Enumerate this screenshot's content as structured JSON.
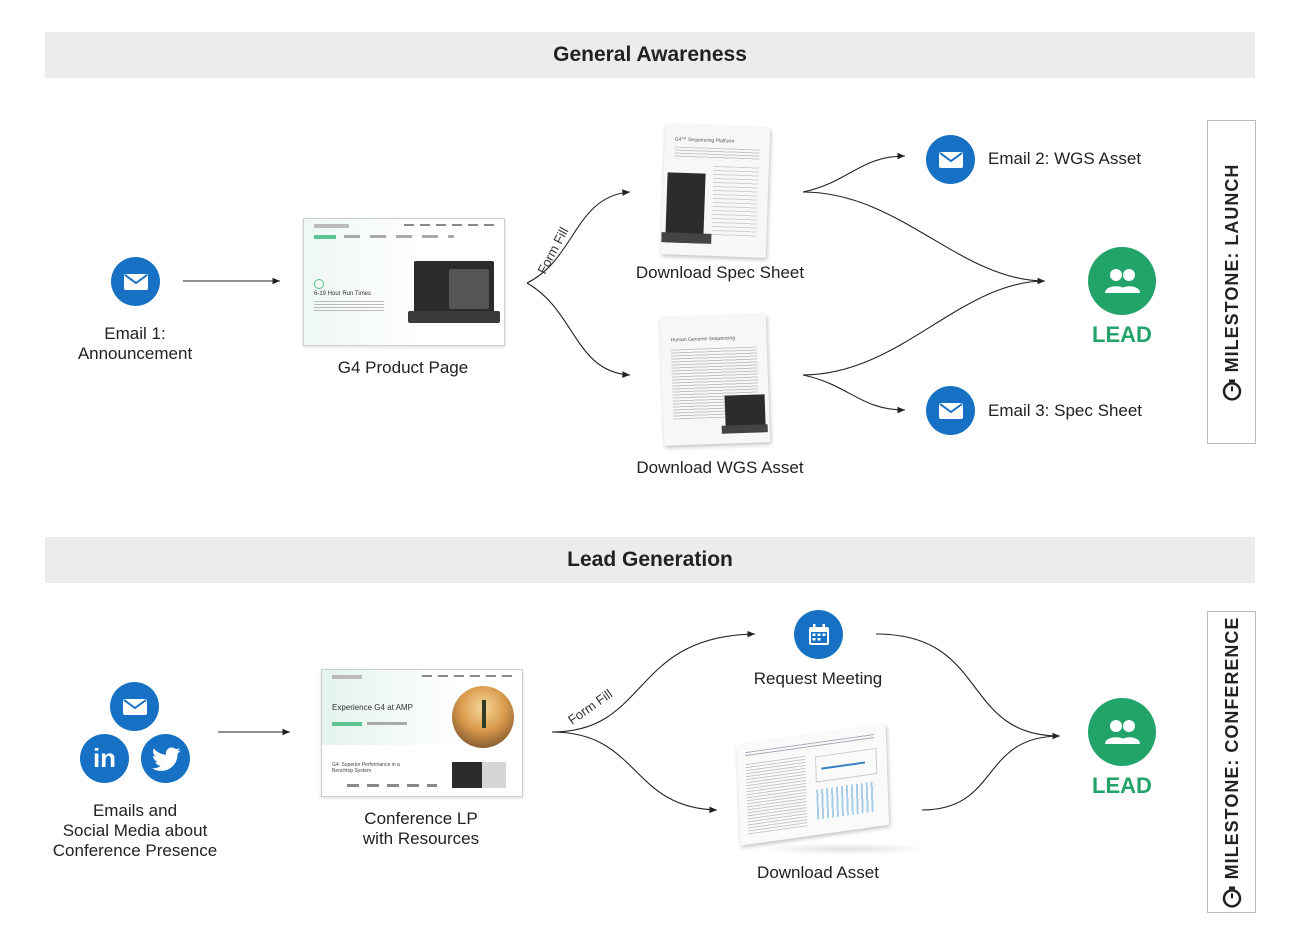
{
  "sections": {
    "awareness": {
      "title": "General Awareness"
    },
    "leadgen": {
      "title": "Lead Generation"
    }
  },
  "awareness": {
    "email1": "Email 1:\nAnnouncement",
    "product_page": "G4 Product Page",
    "form_fill": "Form Fill",
    "spec_sheet": "Download Spec Sheet",
    "wgs_asset": "Download WGS Asset",
    "email2": "Email 2: WGS Asset",
    "email3": "Email 3: Spec Sheet",
    "lead": "LEAD",
    "milestone": "MILESTONE: LAUNCH",
    "thumb_heading": "6-19 Hour Run Times",
    "spec_doc_title": "G4™ Sequencing Platform",
    "wgs_doc_title": "Human Genome Sequencing"
  },
  "leadgen": {
    "social": "Emails and\nSocial Media about\nConference Presence",
    "conference_lp": "Conference LP\nwith Resources",
    "form_fill": "Form Fill",
    "request_meeting": "Request Meeting",
    "download_asset": "Download Asset",
    "lead": "LEAD",
    "milestone": "MILESTONE: CONFERENCE",
    "thumb_heading": "Experience G4 at AMP",
    "thumb_sub": "G4: Superior Performance in a Benchtop System",
    "linkedin_text": "in"
  },
  "colors": {
    "icon_blue": "#1670c3",
    "lead_green": "#22a36a",
    "band_gray": "#ececec"
  },
  "icons": [
    "envelope-icon",
    "people-icon",
    "calendar-icon",
    "linkedin-icon",
    "twitter-icon",
    "stopwatch-icon"
  ]
}
